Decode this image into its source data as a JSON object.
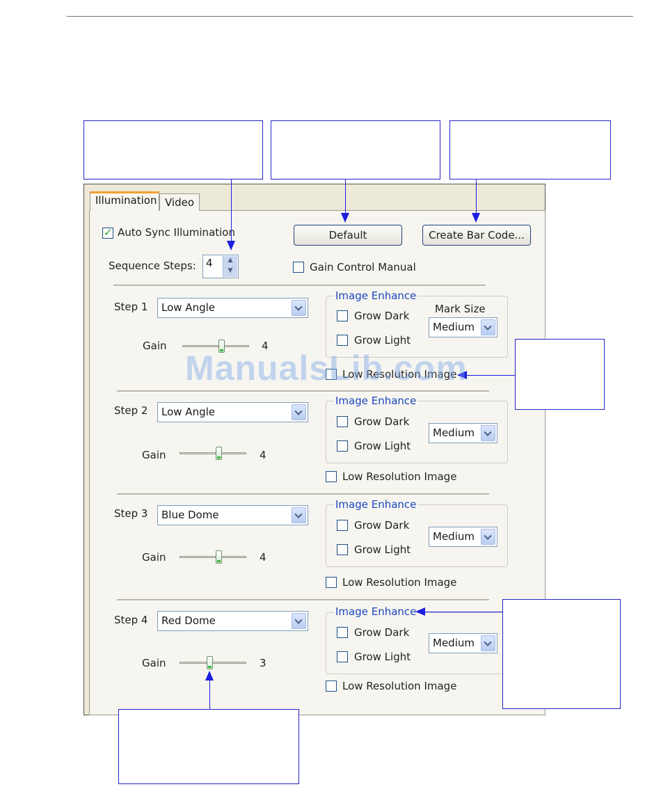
{
  "tabs": [
    {
      "label": "Illumination",
      "active": true
    },
    {
      "label": "Video",
      "active": false
    }
  ],
  "auto_sync": {
    "label": "Auto Sync Illumination",
    "checked": true
  },
  "buttons": {
    "default": "Default",
    "create_bar_code": "Create Bar Code..."
  },
  "sequence_steps": {
    "label": "Sequence Steps:",
    "value": "4"
  },
  "gain_control_manual": {
    "label": "Gain Control Manual",
    "checked": false
  },
  "steps": [
    {
      "label": "Step 1",
      "illumination": "Low Angle",
      "gain_label": "Gain",
      "gain": "4",
      "gain_fraction": 0.6,
      "enhance_title": "Image Enhance",
      "grow_dark": "Grow Dark",
      "grow_light": "Grow Light",
      "mark_size_label": "Mark Size",
      "mark_size": "Medium",
      "low_res": "Low Resolution Image"
    },
    {
      "label": "Step 2",
      "illumination": "Low Angle",
      "gain_label": "Gain",
      "gain": "4",
      "gain_fraction": 0.6,
      "enhance_title": "Image Enhance",
      "grow_dark": "Grow Dark",
      "grow_light": "Grow Light",
      "mark_size": "Medium",
      "low_res": "Low Resolution Image"
    },
    {
      "label": "Step 3",
      "illumination": "Blue Dome",
      "gain_label": "Gain",
      "gain": "4",
      "gain_fraction": 0.6,
      "enhance_title": "Image Enhance",
      "grow_dark": "Grow Dark",
      "grow_light": "Grow Light",
      "mark_size": "Medium",
      "low_res": "Low Resolution Image"
    },
    {
      "label": "Step 4",
      "illumination": "Red Dome",
      "gain_label": "Gain",
      "gain": "3",
      "gain_fraction": 0.45,
      "enhance_title": "Image Enhance",
      "grow_dark": "Grow Dark",
      "grow_light": "Grow Light",
      "mark_size": "Medium",
      "low_res": "Low Resolution Image"
    }
  ],
  "watermark": "ManualsLib.com",
  "colors": {
    "callout": "#1e1ee0",
    "group_title": "#1c46c0",
    "tab_accent": "#f5a030"
  }
}
